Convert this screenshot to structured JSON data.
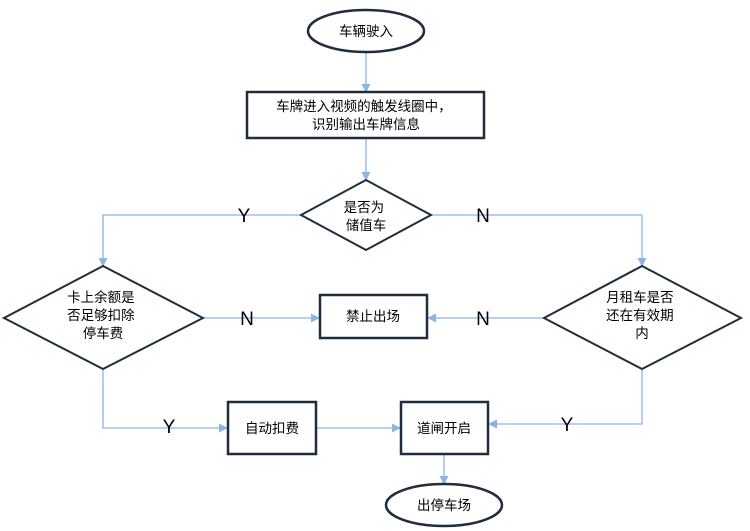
{
  "nodes": {
    "start": {
      "lines": [
        "车辆驶入"
      ]
    },
    "recognize": {
      "lines": [
        "车牌进入视频的触发线圈中，",
        "识别输出车牌信息"
      ]
    },
    "stored_value": {
      "lines": [
        "是否为",
        "储值车"
      ]
    },
    "balance": {
      "lines": [
        "卡上余额是",
        "否足够扣除",
        "停车费"
      ]
    },
    "monthly": {
      "lines": [
        "月租车是否",
        "还在有效期",
        "内"
      ]
    },
    "no_exit": {
      "lines": [
        "禁止出场"
      ]
    },
    "auto_charge": {
      "lines": [
        "自动扣费"
      ]
    },
    "gate_open": {
      "lines": [
        "道闸开启"
      ]
    },
    "exit": {
      "lines": [
        "出停车场"
      ]
    }
  },
  "edge_labels": {
    "stored_yes": "Y",
    "stored_no": "N",
    "balance_no": "N",
    "monthly_no": "N",
    "balance_yes": "Y",
    "monthly_yes": "Y"
  }
}
